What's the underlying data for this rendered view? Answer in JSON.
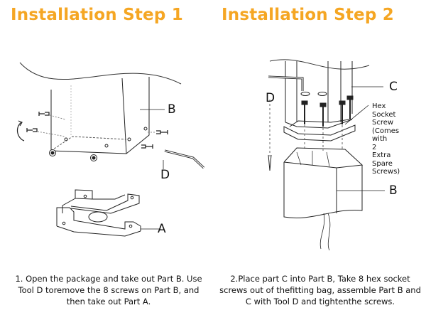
{
  "accent_color": "#f5a623",
  "step1": {
    "title": "Installation Step 1",
    "caption": "1. Open the package and take out Part B. Use Tool D toremove the 8 screws on Part B, and then take out Part A.",
    "label_b": "B",
    "label_d": "D",
    "label_a": "A"
  },
  "step2": {
    "title": "Installation Step 2",
    "caption": "2.Place part C into Part B, Take 8 hex socket screws out of thefitting bag, assemble Part B and C with Tool D and tightenthe screws.",
    "label_d": "D",
    "label_c": "C",
    "label_b": "B",
    "screw_note": [
      "Hex",
      "Socket",
      "Screw",
      "(Comes",
      "with",
      "2",
      "Extra",
      "Spare",
      "Screws)"
    ]
  }
}
